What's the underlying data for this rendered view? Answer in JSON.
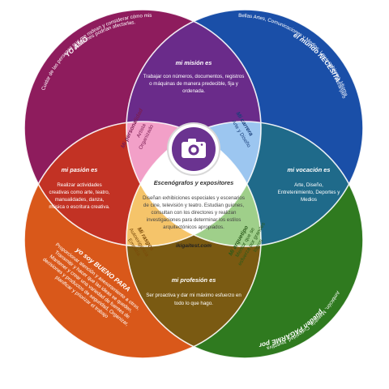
{
  "colors": {
    "yo_amo": "#8e1c5d",
    "necesita": "#1a4fa8",
    "pagarme": "#2f7a1f",
    "bueno_para": "#d9581a",
    "mision": "#6a2b8a",
    "pasion": "#c23224",
    "vocacion": "#1f6a8a",
    "profesion": "#7a5a12",
    "personalidad": "#f2a0c8",
    "carrera": "#9cc6f0",
    "rasgos": "#f5c46a",
    "arquetipo": "#9fcf8a",
    "camera_bg": "#6a3390"
  },
  "circles": {
    "yo_amo": {
      "title": "YO AMO",
      "lines": [
        "Cuidar de las personas que me rodean y considerar cómo mis",
        "decisiones podrían afectarlas."
      ]
    },
    "necesita": {
      "title": "el mundo NECESITA",
      "lines": [
        "Bellas Artes, Comunicaciones y Medios, Ley y gobierno, Idioma",
        "extranjero"
      ]
    },
    "pagarme": {
      "title": "pueden PAGARME por",
      "lines": [
        "Ambición, Maestría, Curiosidad, Inventiva"
      ]
    },
    "bueno_para": {
      "title": "yo soy BUENO PARA",
      "lines": [
        "Proporcionar atención y asesoramiento a otros,",
        "Transmitir y hacer que las ideas se queden,",
        "Mantener y crear una variedad de fuentes de",
        "decisiones y productos de seguridad, Organizar,",
        "planificar y priorizar el trabajo"
      ]
    }
  },
  "lenses": {
    "mision": {
      "title": "mi misión es",
      "lines": [
        "Trabajar con números, documentos, registros",
        "o máquinas de manera predecible, fija y",
        "ordenada."
      ]
    },
    "pasion": {
      "title": "mi pasión es",
      "lines": [
        "Realizar actividades",
        "creativas como arte, teatro,",
        "manualidades, danza,",
        "música o escritura creativa."
      ]
    },
    "vocacion": {
      "title": "mi vocación es",
      "lines": [
        "Arte, Diseño,",
        "Entretenimiento, Deportes y",
        "Medios"
      ]
    },
    "profesion": {
      "title": "mi profesión es",
      "lines": [
        "Ser proactiva y dar mi máximo esfuerzo en",
        "todo lo que hago."
      ]
    }
  },
  "petals": {
    "personalidad": {
      "title": "Mi personalidad",
      "lines": [
        "Artista",
        "Organizado"
      ]
    },
    "carrera": {
      "title": "Mi carrera",
      "lines": [
        "Arte y Diseño"
      ]
    },
    "rasgos": {
      "title": "Mi rasgos",
      "lines": [
        "Autoexigencia",
        "Empatía"
      ]
    },
    "arquetipo": {
      "title": "Mi arquetipo",
      "lines": [
        "Mentor que se",
        "esfuerza por grandes",
        "logros"
      ]
    }
  },
  "center": {
    "camera_icon": "camera-icon",
    "title": "Escenógrafos y expositores",
    "lines": [
      "Diseñan exhibiciones especiales y escenarios",
      "de cine, televisión y teatro. Estudian guiones,",
      "consultan con los directores y realizan",
      "investigaciones para determinar los estilos",
      "arquitectónicos apropiados."
    ],
    "site": "ikigaitest.com"
  }
}
